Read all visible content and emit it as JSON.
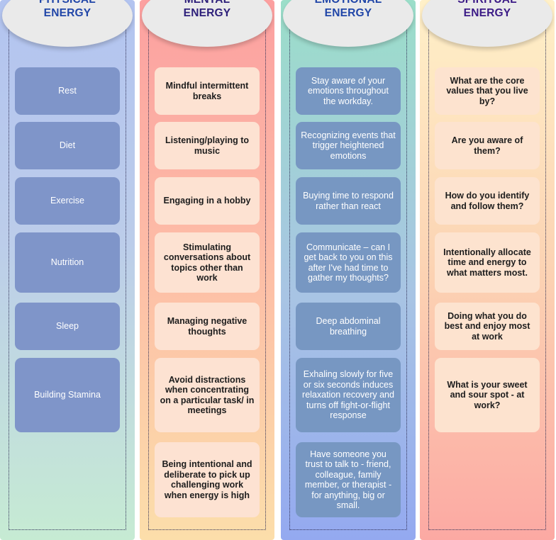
{
  "columns": [
    {
      "title": "PHYSICAL\nENERGY",
      "items": [
        "Rest",
        "Diet",
        "Exercise",
        "Nutrition",
        "Sleep",
        "Building Stamina"
      ]
    },
    {
      "title": "MENTAL\nENERGY",
      "items": [
        "Mindful intermittent breaks",
        "Listening/playing to music",
        "Engaging in a hobby",
        "Stimulating conversations about topics other than work",
        "Managing negative thoughts",
        "Avoid distractions when concentrating on a particular task/ in meetings",
        "Being intentional and deliberate to pick up challenging work when energy is high"
      ]
    },
    {
      "title": "EMOTIONAL\nENERGY",
      "items": [
        "Stay aware of your emotions throughout the workday.",
        "Recognizing events that trigger heightened emotions",
        "Buying time to respond rather than react",
        "Communicate – can I get back to you on this after I've had time to gather my thoughts?",
        "Deep abdominal breathing",
        "Exhaling slowly for five or six seconds induces relaxation recovery and turns off fight-or-flight response",
        "Have someone you trust to talk to - friend, colleague, family member, or therapist - for anything, big or small."
      ]
    },
    {
      "title": "SPIRITUAL\nENERGY",
      "items": [
        "What are the core values that you live by?",
        "Are you aware of them?",
        "How do you identify and follow them?",
        "Intentionally allocate time and energy to what matters most.",
        "Doing what you do best and enjoy most at work",
        "What is your sweet and sour spot - at work?"
      ]
    }
  ]
}
